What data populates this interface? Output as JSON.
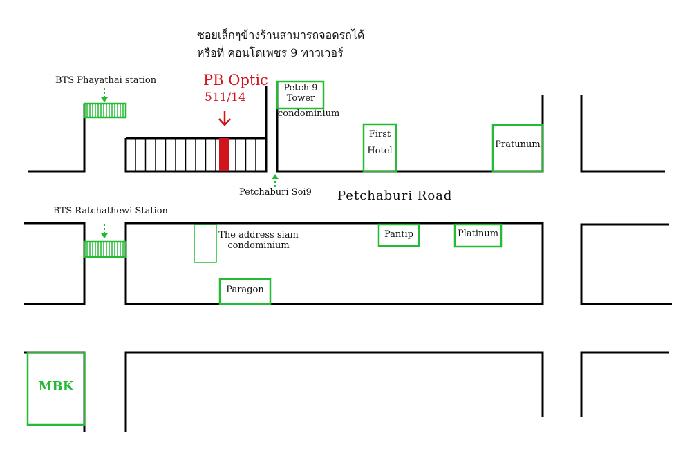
{
  "note_line1": "ซอยเล็กๆข้างร้านสามารถจอดรถได้",
  "note_line2": "หรือที่ คอนโดเพชร 9 ทาวเวอร์",
  "shop": {
    "name": "PB Optic",
    "number": "511/14",
    "color": "#d0141c"
  },
  "stations": {
    "phayathai": "BTS Phayathai station",
    "ratchathewi": "BTS Ratchathewi Station"
  },
  "soi": "Petchaburi Soi9",
  "road": "Petchaburi Road",
  "landmarks": {
    "petch9_1": "Petch 9",
    "petch9_2": "Tower",
    "petch9_3": "condominium",
    "first_hotel_1": "First",
    "first_hotel_2": "Hotel",
    "pratunum": "Pratunum",
    "address_1": "The address siam",
    "address_2": "condominium",
    "pantip": "Pantip",
    "platinum": "Platinum",
    "paragon": "Paragon",
    "mbk": "MBK"
  },
  "colors": {
    "green": "#22bb33",
    "red": "#d0141c"
  }
}
